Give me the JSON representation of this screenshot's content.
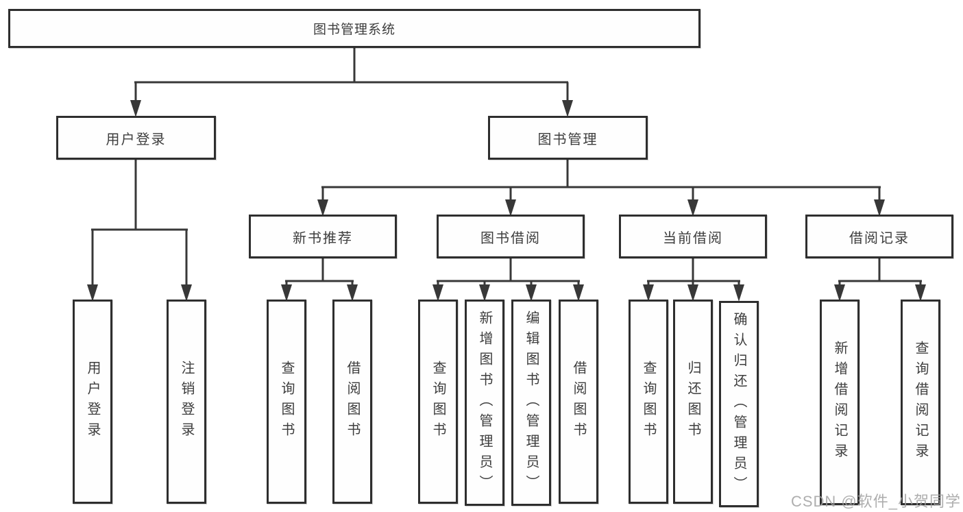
{
  "diagram_title": "图书管理系统",
  "tree": {
    "label": "图书管理系统",
    "children": [
      {
        "label": "用户登录",
        "children": [
          {
            "label": "用户登录"
          },
          {
            "label": "注销登录"
          }
        ]
      },
      {
        "label": "图书管理",
        "children": [
          {
            "label": "新书推荐",
            "children": [
              {
                "label": "查询图书"
              },
              {
                "label": "借阅图书"
              }
            ]
          },
          {
            "label": "图书借阅",
            "children": [
              {
                "label": "查询图书"
              },
              {
                "label": "新增图书（管理员）"
              },
              {
                "label": "编辑图书（管理员）"
              },
              {
                "label": "借阅图书"
              }
            ]
          },
          {
            "label": "当前借阅",
            "children": [
              {
                "label": "查询图书"
              },
              {
                "label": "归还图书"
              },
              {
                "label": "确认归还（管理员）"
              }
            ]
          },
          {
            "label": "借阅记录",
            "children": [
              {
                "label": "新增借阅记录"
              },
              {
                "label": "查询借阅记录"
              }
            ]
          }
        ]
      }
    ]
  },
  "watermark": {
    "text": "CSDN @软件_小贺同学"
  },
  "colors": {
    "line": "#383838",
    "border": "#2e2e2e",
    "text": "#3d3d3d",
    "watermark": "#a0a0a0",
    "background": "#ffffff"
  }
}
